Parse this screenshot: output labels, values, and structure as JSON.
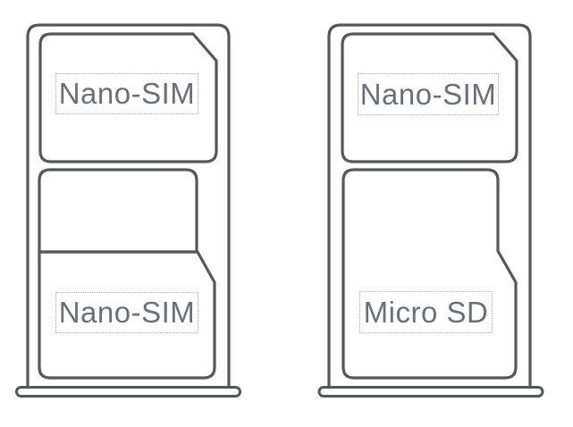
{
  "diagram": {
    "title": "sim-tray-slot-configurations",
    "colors": {
      "outline": "#55575b",
      "label_text": "#697079",
      "label_border": "#aab0b6",
      "background": "#ffffff"
    },
    "left_tray": {
      "description": "dual-nano-sim-configuration",
      "top_slot_label": "Nano-SIM",
      "bottom_slot_label": "Nano-SIM"
    },
    "right_tray": {
      "description": "nano-sim-plus-microsd-configuration",
      "top_slot_label": "Nano-SIM",
      "bottom_slot_label": "Micro SD"
    }
  }
}
